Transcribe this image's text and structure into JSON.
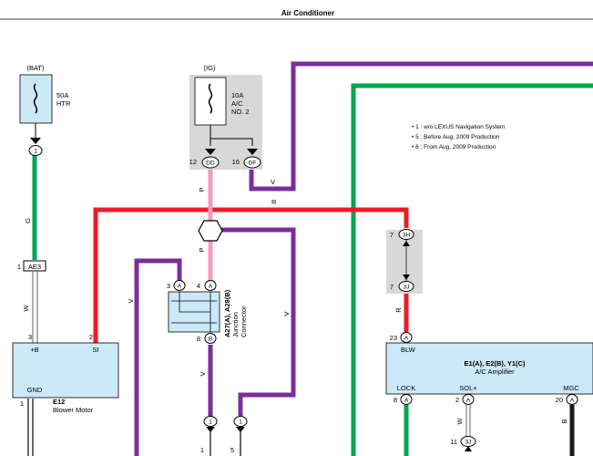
{
  "header": {
    "title": "Air Conditioner"
  },
  "colors": {
    "violet": "#7a2e9c",
    "green": "#00a651",
    "red": "#ed1c24",
    "pink": "#f49ac1",
    "black": "#1a1a1a",
    "box_fill": "#cce9f8",
    "gray_panel": "#d8d8d8"
  },
  "notes": [
    "• 1 : w/o LEXUS Navigation System",
    "• 5 : Before Aug.  2009 Production",
    "• 6 : From Aug.  2009 Production"
  ],
  "bat_fuse": {
    "source": "(BAT)",
    "rating": "50A",
    "name": "HTR",
    "terminal": "1"
  },
  "ig_fuse": {
    "source": "(IG)",
    "rating": "10A",
    "name_line1": "A/C",
    "name_line2": "NO. 2",
    "pin_dd_num": "12",
    "pin_dd": "DD",
    "pin_df_num": "16",
    "pin_df": "DF"
  },
  "wire_labels": {
    "g": "G",
    "w": "W",
    "v": "V",
    "r": "R",
    "p": "P",
    "b": "B"
  },
  "ae3": {
    "num": "1",
    "label": "AE3"
  },
  "blower": {
    "id": "E12",
    "name": "Blower Motor",
    "pin_b": "+B",
    "pin_si": "SI",
    "pin_gnd": "GND",
    "num_b": "3",
    "num_si": "2",
    "num_gnd": "1"
  },
  "junction": {
    "id": "A27(A), A28(B)",
    "name_line1": "Junction",
    "name_line2": "Connector",
    "pin3": "3",
    "pin4": "4",
    "pin8": "8",
    "pin_a": "A",
    "pin_b": "B"
  },
  "connectors_3h3j": {
    "top_num": "7",
    "top_label": "3H",
    "bot_num": "7",
    "bot_label": "3J"
  },
  "amplifier": {
    "id": "E1(A), E2(B), Y1(C)",
    "name": "A/C Amplifier",
    "pin_blw": "BLW",
    "num_blw": "23",
    "pin_lock": "LOCK",
    "num_lock": "8",
    "pin_sol": "SOL+",
    "num_sol": "2",
    "pin_mgc": "MGC",
    "num_mgc": "20",
    "letter_a": "A"
  },
  "bottom": {
    "c1": "1",
    "c2": "1",
    "n1": "1",
    "n5": "5",
    "n11": "11",
    "j3j": "3J"
  }
}
